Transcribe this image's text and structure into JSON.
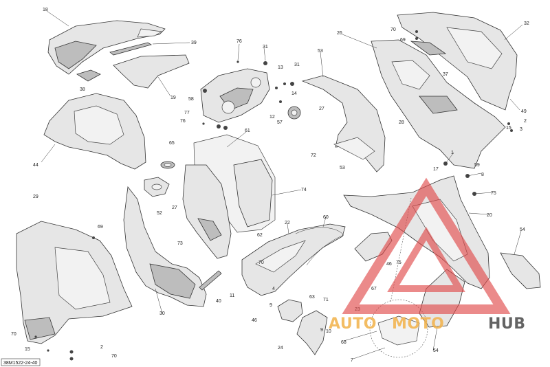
{
  "diagram": {
    "reference_code": "38M1522-24-40",
    "callouts": [
      "18",
      "39",
      "38",
      "19",
      "76",
      "31",
      "13",
      "31",
      "58",
      "14",
      "12",
      "57",
      "77",
      "76",
      "53",
      "27",
      "72",
      "53",
      "28",
      "26",
      "70",
      "69",
      "37",
      "32",
      "49",
      "2",
      "15",
      "3",
      "44",
      "65",
      "61",
      "52",
      "27",
      "74",
      "73",
      "62",
      "29",
      "69",
      "70",
      "15",
      "2",
      "70",
      "30",
      "40",
      "11",
      "22",
      "60",
      "70",
      "9",
      "4",
      "46",
      "63",
      "71",
      "9",
      "10",
      "24",
      "23",
      "67",
      "68",
      "7",
      "1",
      "17",
      "59",
      "8",
      "75",
      "20",
      "75",
      "46",
      "54",
      "54"
    ]
  },
  "watermark": {
    "brand_part1": "AUTO",
    "brand_part2": "MOTO",
    "brand_part3": "HUB",
    "color_primary": "#e04848",
    "color_secondary": "#f2b24a",
    "color_dark": "#4a4a4a"
  }
}
